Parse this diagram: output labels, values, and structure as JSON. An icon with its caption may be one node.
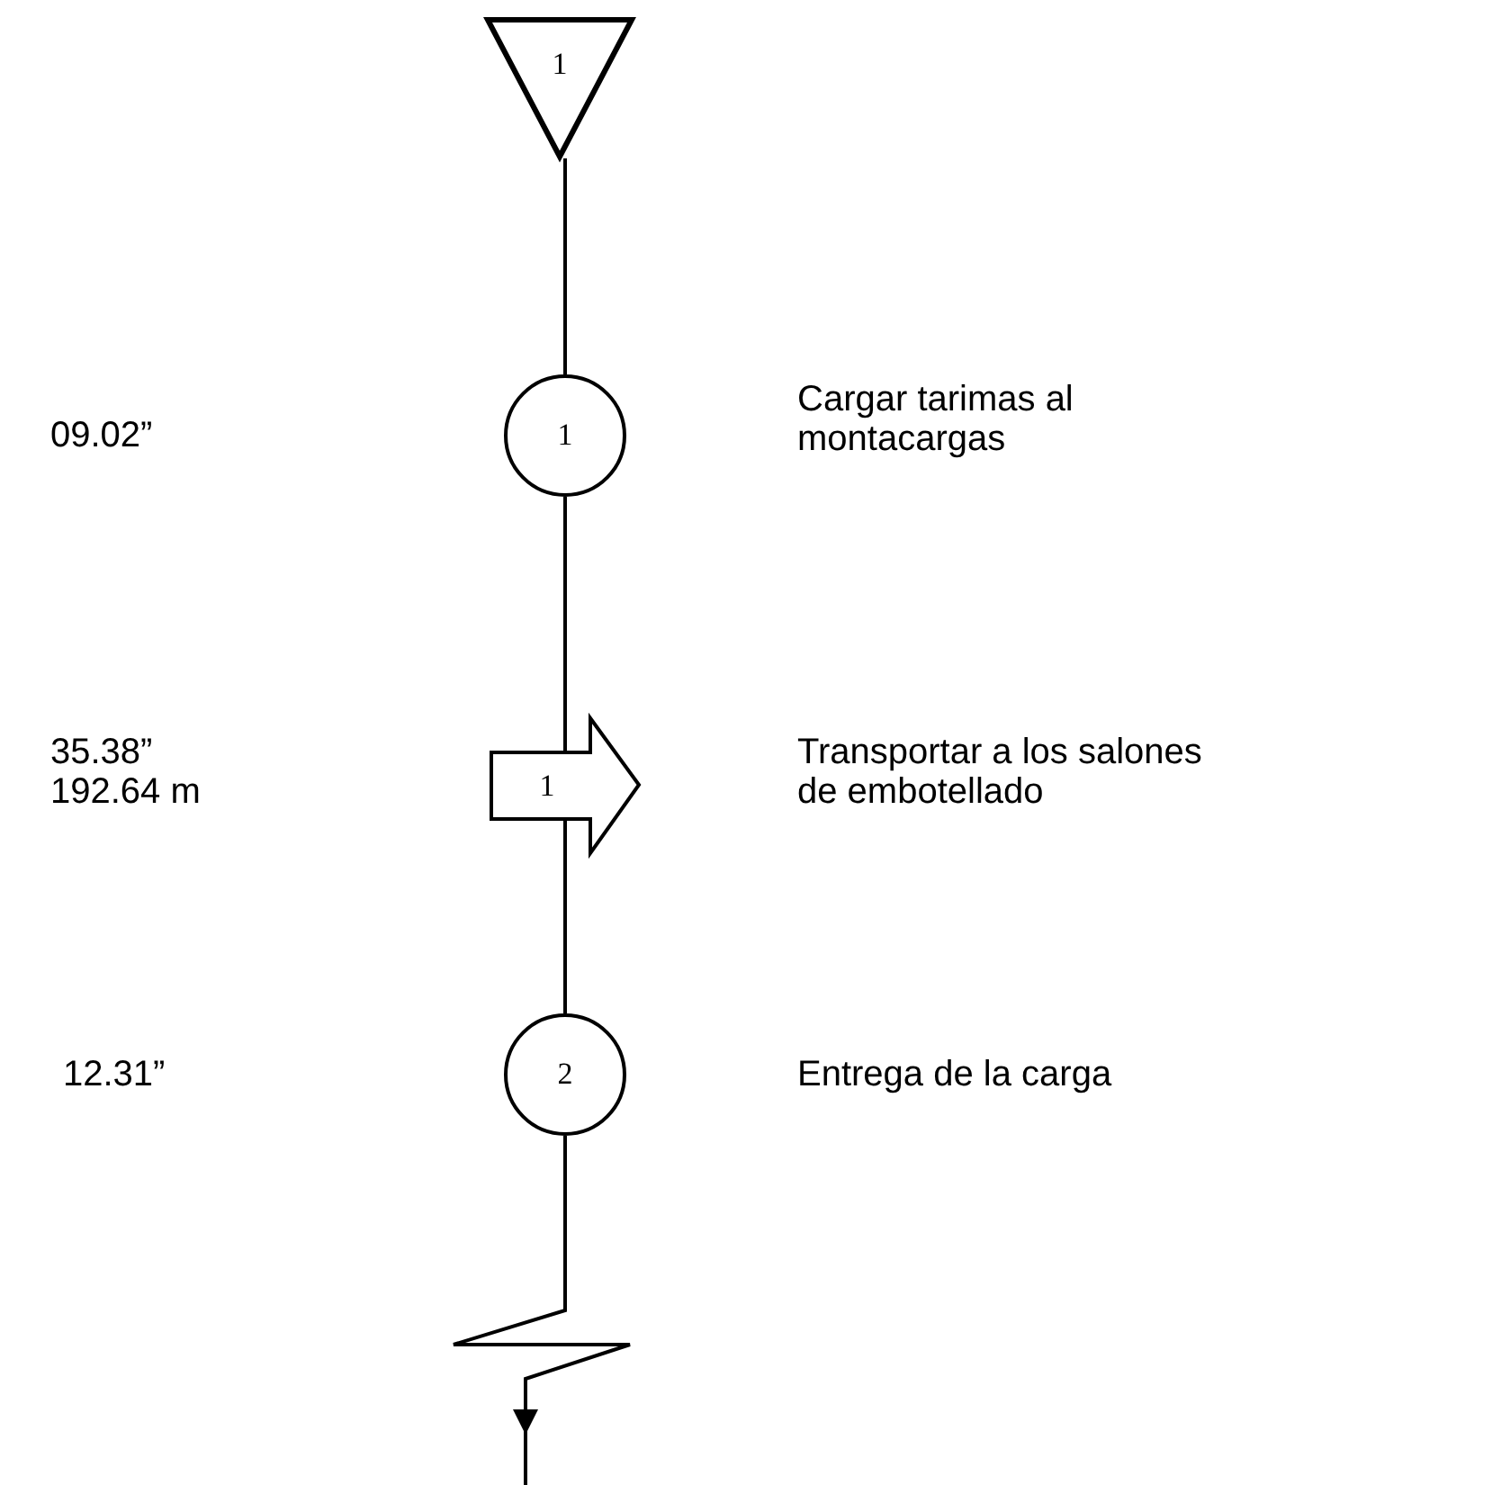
{
  "diagram": {
    "nodes": [
      {
        "text": [
          "1"
        ]
      },
      {
        "text": [
          "1"
        ]
      },
      {
        "text": [
          "1"
        ]
      },
      {
        "text": [
          "2"
        ]
      }
    ],
    "edges": [
      {
        "from": 0,
        "to": 1,
        "arrow": "none"
      },
      {
        "from": 1,
        "to": 2,
        "arrow": "none"
      },
      {
        "from": 2,
        "to": 3,
        "arrow": "none"
      },
      {
        "from": 3,
        "to": null,
        "arrow": "to"
      }
    ],
    "labels": [
      "09.02”",
      "Cargar tarimas al montacargas",
      "35.38” 192.64 m",
      "Transportar a los salones de embotellado",
      "12.31”",
      "Entrega de la carga"
    ]
  }
}
